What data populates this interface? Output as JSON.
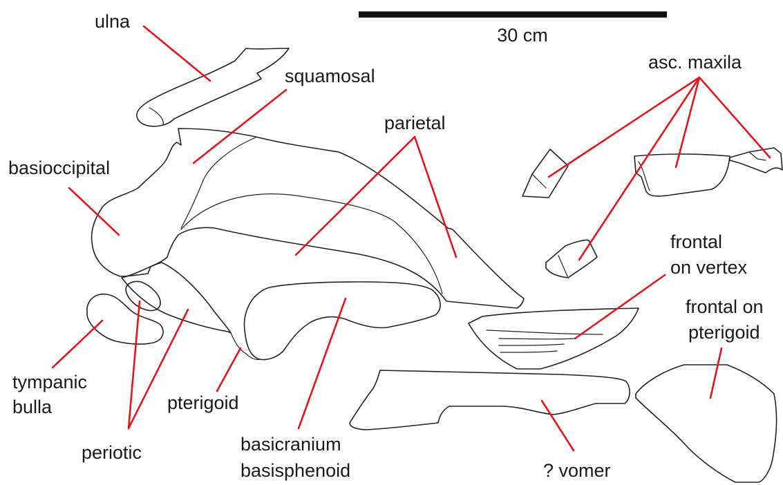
{
  "scale_bar": {
    "label": "30 cm"
  },
  "labels": {
    "ulna": "ulna",
    "squamosal": "squamosal",
    "basioccipital": "basioccipital",
    "parietal": "parietal",
    "asc_maxila": "asc. maxila",
    "frontal_on_vertex_line1": "frontal",
    "frontal_on_vertex_line2": "on vertex",
    "frontal_on_pterigoid_line1": "frontal on",
    "frontal_on_pterigoid_line2": "pterigoid",
    "tympanic_bulla_line1": "tympanic",
    "tympanic_bulla_line2": "bulla",
    "pterigoid": "pterigoid",
    "periotic": "periotic",
    "basicranium_line1": "basicranium",
    "basicranium_line2": "basisphenoid",
    "vomer": "? vomer"
  },
  "colors": {
    "leader": "#e8141b",
    "outline": "#222222",
    "text": "#1a1a1a",
    "background": "#ffffff"
  }
}
